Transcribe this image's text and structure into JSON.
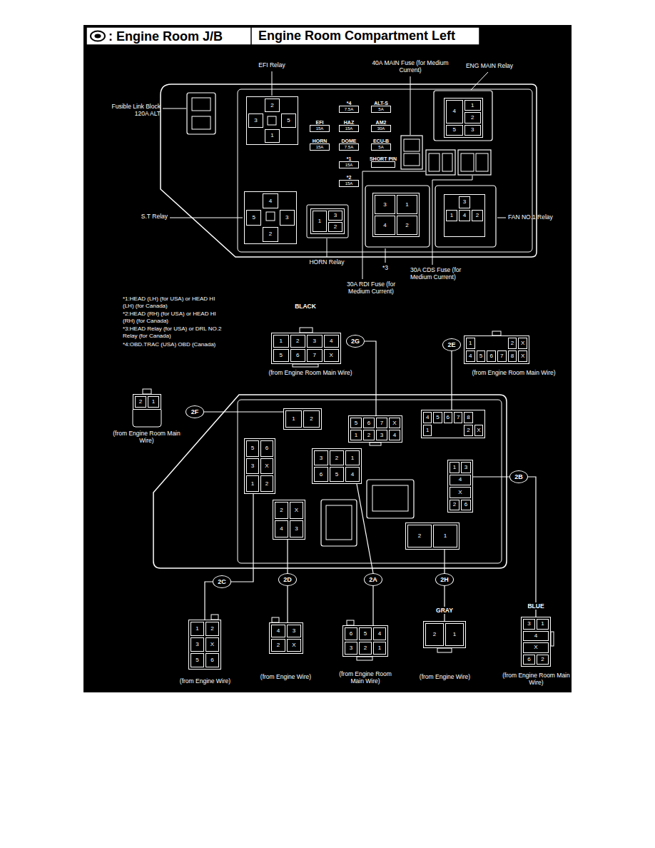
{
  "diagram": {
    "title": ": Engine Room J/B",
    "nodes": [
      {
        "text": [
          "2",
          "3",
          "5",
          "1"
        ]
      },
      {
        "text": [
          "*4",
          "7.5A"
        ]
      },
      {
        "text": [
          "ALT-S",
          "5A"
        ]
      },
      {
        "text": [
          "4",
          "1",
          "2",
          "5",
          "3"
        ]
      },
      {
        "text": [
          "EFI",
          "15A"
        ]
      },
      {
        "text": [
          "HAZ",
          "15A"
        ]
      },
      {
        "text": [
          "AM2",
          "30A"
        ]
      },
      {
        "text": [
          "HORN",
          "15A"
        ]
      },
      {
        "text": [
          "DOME",
          "7.5A"
        ]
      },
      {
        "text": [
          "ECU-B",
          "5A"
        ]
      },
      {
        "text": [
          "*1",
          "15A"
        ]
      },
      {
        "text": [
          "SHORT PIN"
        ]
      },
      {
        "text": [
          "*2",
          "15A"
        ]
      },
      {
        "text": [
          "3",
          "1",
          "4",
          "2"
        ]
      },
      {
        "text": [
          "4",
          "5",
          "3",
          "2"
        ]
      },
      {
        "text": [
          "1",
          "3",
          "2"
        ]
      },
      {
        "text": [
          "3",
          "1",
          "4",
          "2"
        ]
      },
      {
        "text": [
          "1",
          "2",
          "3",
          "4",
          "5",
          "6",
          "7",
          "X"
        ]
      },
      {
        "text": [
          "2G"
        ]
      },
      {
        "text": [
          "1",
          "2",
          "X",
          "4",
          "5",
          "6",
          "7",
          "8",
          "X"
        ]
      },
      {
        "text": [
          "2E"
        ]
      },
      {
        "text": [
          "2",
          "1"
        ]
      },
      {
        "text": [
          "2F"
        ]
      },
      {
        "text": [
          "1",
          "2"
        ]
      },
      {
        "text": [
          "5",
          "6",
          "7",
          "X",
          "1",
          "2",
          "3",
          "4"
        ]
      },
      {
        "text": [
          "4",
          "5",
          "6",
          "7",
          "8",
          "1",
          "2",
          "X"
        ]
      },
      {
        "text": [
          "5",
          "6",
          "3",
          "X",
          "1",
          "2"
        ]
      },
      {
        "text": [
          "3",
          "2",
          "1",
          "6",
          "5",
          "4"
        ]
      },
      {
        "text": [
          "1",
          "3",
          "4",
          "X",
          "2",
          "6"
        ]
      },
      {
        "text": [
          "2",
          "X",
          "4",
          "3"
        ]
      },
      {
        "text": [
          "2",
          "1"
        ]
      },
      {
        "text": [
          "2C"
        ]
      },
      {
        "text": [
          "2D"
        ]
      },
      {
        "text": [
          "2A"
        ]
      },
      {
        "text": [
          "2H"
        ]
      },
      {
        "text": [
          "2B"
        ]
      },
      {
        "text": [
          "1",
          "2",
          "3",
          "X",
          "5",
          "6"
        ]
      },
      {
        "text": [
          "4",
          "3",
          "2",
          "X"
        ]
      },
      {
        "text": [
          "6",
          "5",
          "4",
          "3",
          "2",
          "1"
        ]
      },
      {
        "text": [
          "2",
          "1"
        ]
      },
      {
        "text": [
          "3",
          "1",
          "4",
          "X",
          "6",
          "2"
        ]
      }
    ],
    "edges": [
      {
        "from": 18,
        "to": 24,
        "arrow": "none"
      },
      {
        "from": 20,
        "to": 25,
        "arrow": "none"
      },
      {
        "from": 22,
        "to": 23,
        "arrow": "none"
      },
      {
        "from": 26,
        "to": 31,
        "arrow": "none"
      },
      {
        "from": 31,
        "to": 36,
        "arrow": "none"
      },
      {
        "from": 29,
        "to": 32,
        "arrow": "none"
      },
      {
        "from": 32,
        "to": 37,
        "arrow": "none"
      },
      {
        "from": 27,
        "to": 33,
        "arrow": "none"
      },
      {
        "from": 33,
        "to": 38,
        "arrow": "none"
      },
      {
        "from": 30,
        "to": 34,
        "arrow": "none"
      },
      {
        "from": 34,
        "to": 39,
        "arrow": "none"
      },
      {
        "from": 28,
        "to": 35,
        "arrow": "none"
      },
      {
        "from": 35,
        "to": 40,
        "arrow": "none"
      }
    ],
    "labels": [
      "Engine Room Compartment Left",
      "EFI Relay",
      "40A MAIN Fuse (for Medium Current)",
      "ENG MAIN Relay",
      "Fusible Link Block 120A ALT",
      "S.T Relay",
      "FAN NO.1 Relay",
      "HORN Relay",
      "*3",
      "30A CDS Fuse (for Medium Current)",
      "30A RDI Fuse (for Medium Current)",
      "*1:HEAD (LH) (for USA) or HEAD HI (LH) (for Canada)",
      "*2:HEAD (RH) (for USA) or HEAD HI (RH) (for Canada)",
      "*3:HEAD Relay (for USA) or DRL NO.2 Relay (for Canada)",
      "*4:OBD.TRAC (USA) OBD (Canada)",
      "BLACK",
      "(from Engine Room Main Wire)",
      "(from Engine Room Main Wire)",
      "(from Engine Room Main Wire)",
      "(from Engine Wire)",
      "(from Engine Wire)",
      "(from Engine Room Main Wire)",
      "GRAY",
      "(from Engine Wire)",
      "BLUE",
      "(from Engine Room Main Wire)"
    ]
  }
}
